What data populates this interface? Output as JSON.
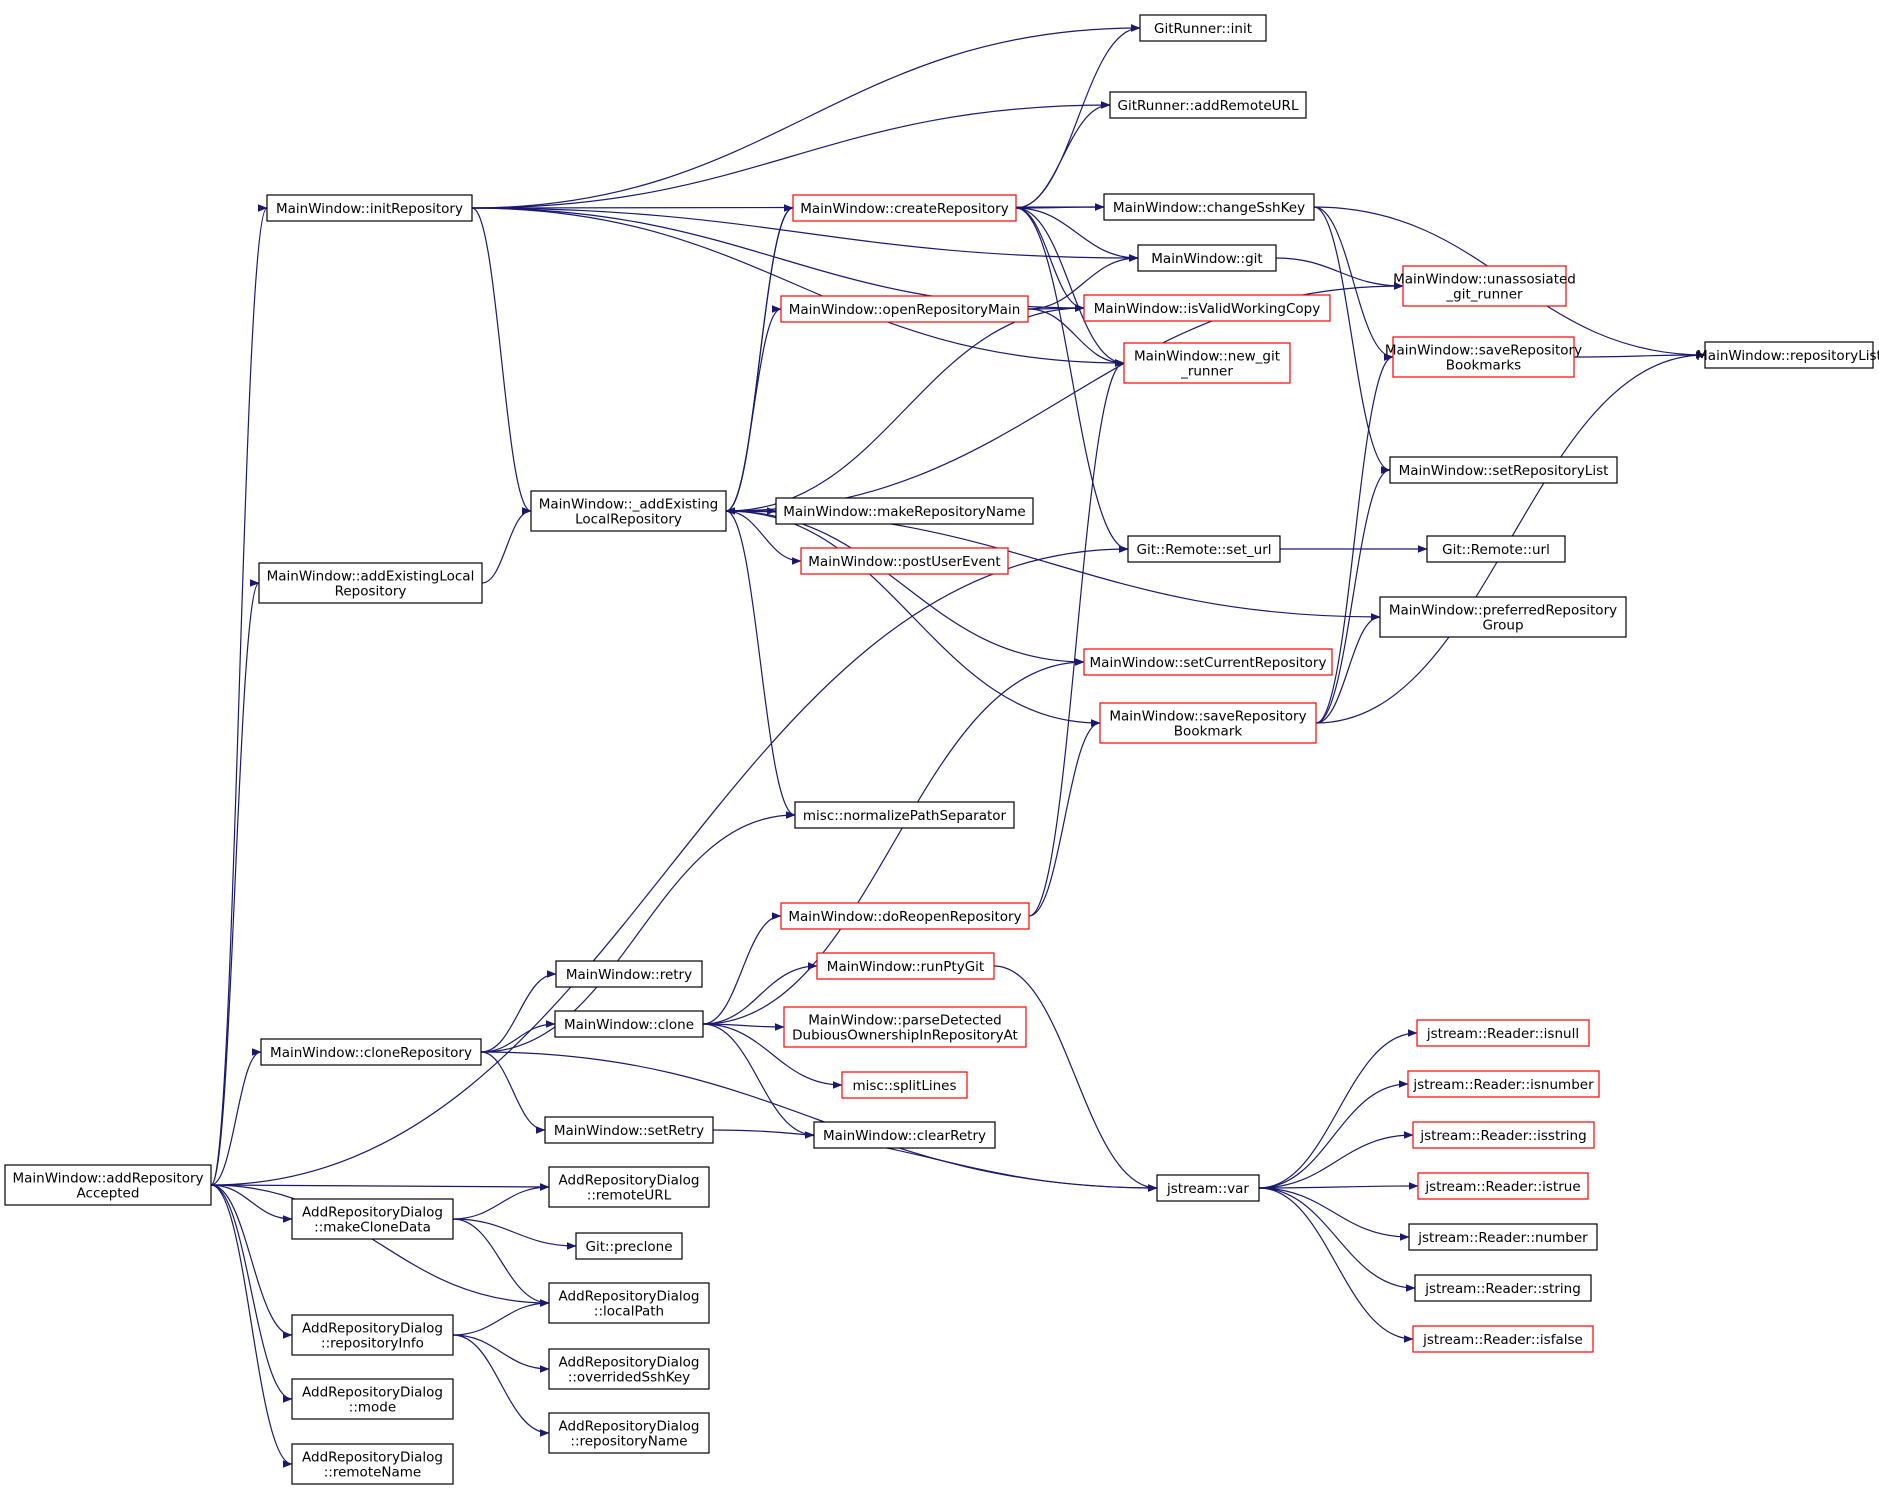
{
  "diagram": {
    "type": "call-graph",
    "colors": {
      "edge": "#191970",
      "border_default": "#000000",
      "border_truncated": "#ff0000",
      "fill_default": "#ffffff",
      "fill_root": "#bfbfbf"
    },
    "nodes": [
      {
        "id": "root",
        "lines": [
          "MainWindow::addRepository",
          "Accepted"
        ],
        "style": "root"
      },
      {
        "id": "initRepository",
        "lines": [
          "MainWindow::initRepository"
        ],
        "style": "default"
      },
      {
        "id": "addExistingLocal",
        "lines": [
          "MainWindow::addExistingLocal",
          "Repository"
        ],
        "style": "default"
      },
      {
        "id": "cloneRepository",
        "lines": [
          "MainWindow::cloneRepository"
        ],
        "style": "default"
      },
      {
        "id": "dlgRemoteURL",
        "lines": [
          "AddRepositoryDialog",
          "::remoteURL"
        ],
        "style": "default"
      },
      {
        "id": "makeCloneData",
        "lines": [
          "AddRepositoryDialog",
          "::makeCloneData"
        ],
        "style": "default"
      },
      {
        "id": "dlgLocalPath",
        "lines": [
          "AddRepositoryDialog",
          "::localPath"
        ],
        "style": "default"
      },
      {
        "id": "dlgRepositoryInfo",
        "lines": [
          "AddRepositoryDialog",
          "::repositoryInfo"
        ],
        "style": "default"
      },
      {
        "id": "dlgMode",
        "lines": [
          "AddRepositoryDialog",
          "::mode"
        ],
        "style": "default"
      },
      {
        "id": "dlgRemoteName",
        "lines": [
          "AddRepositoryDialog",
          "::remoteName"
        ],
        "style": "default"
      },
      {
        "id": "gitSetUrl",
        "lines": [
          "Git::Remote::set_url"
        ],
        "style": "default"
      },
      {
        "id": "gitRunnerInit",
        "lines": [
          "GitRunner::init"
        ],
        "style": "default"
      },
      {
        "id": "gitRunnerAddRemoteURL",
        "lines": [
          "GitRunner::addRemoteURL"
        ],
        "style": "default"
      },
      {
        "id": "changeSshKey",
        "lines": [
          "MainWindow::changeSshKey"
        ],
        "style": "default"
      },
      {
        "id": "mwGit",
        "lines": [
          "MainWindow::git"
        ],
        "style": "default"
      },
      {
        "id": "isValidWorkingCopy",
        "lines": [
          "MainWindow::isValidWorkingCopy"
        ],
        "style": "truncated"
      },
      {
        "id": "newGitRunner",
        "lines": [
          "MainWindow::new_git",
          "_runner"
        ],
        "style": "truncated"
      },
      {
        "id": "addExistingLocalRepository",
        "lines": [
          "MainWindow::_addExisting",
          "LocalRepository"
        ],
        "style": "default"
      },
      {
        "id": "createRepository",
        "lines": [
          "MainWindow::createRepository"
        ],
        "style": "truncated"
      },
      {
        "id": "openRepositoryMain",
        "lines": [
          "MainWindow::openRepositoryMain"
        ],
        "style": "truncated"
      },
      {
        "id": "unassosiatedGitRunner",
        "lines": [
          "MainWindow::unassosiated",
          "_git_runner"
        ],
        "style": "truncated"
      },
      {
        "id": "saveRepositoryBookmarks",
        "lines": [
          "MainWindow::saveRepository",
          "Bookmarks"
        ],
        "style": "truncated"
      },
      {
        "id": "repositoryList",
        "lines": [
          "MainWindow::repositoryList"
        ],
        "style": "default"
      },
      {
        "id": "setRepositoryList",
        "lines": [
          "MainWindow::setRepositoryList"
        ],
        "style": "default"
      },
      {
        "id": "makeRepositoryName",
        "lines": [
          "MainWindow::makeRepositoryName"
        ],
        "style": "default"
      },
      {
        "id": "postUserEvent",
        "lines": [
          "MainWindow::postUserEvent"
        ],
        "style": "truncated"
      },
      {
        "id": "gitRemoteUrl",
        "lines": [
          "Git::Remote::url"
        ],
        "style": "default"
      },
      {
        "id": "preferredRepositoryGroup",
        "lines": [
          "MainWindow::preferredRepository",
          "Group"
        ],
        "style": "default"
      },
      {
        "id": "setCurrentRepository",
        "lines": [
          "MainWindow::setCurrentRepository"
        ],
        "style": "truncated"
      },
      {
        "id": "saveRepositoryBookmark",
        "lines": [
          "MainWindow::saveRepository",
          "Bookmark"
        ],
        "style": "truncated"
      },
      {
        "id": "normalizePathSeparator",
        "lines": [
          "misc::normalizePathSeparator"
        ],
        "style": "default"
      },
      {
        "id": "doReopenRepository",
        "lines": [
          "MainWindow::doReopenRepository"
        ],
        "style": "truncated"
      },
      {
        "id": "retry",
        "lines": [
          "MainWindow::retry"
        ],
        "style": "default"
      },
      {
        "id": "runPtyGit",
        "lines": [
          "MainWindow::runPtyGit"
        ],
        "style": "truncated"
      },
      {
        "id": "mwClone",
        "lines": [
          "MainWindow::clone"
        ],
        "style": "default"
      },
      {
        "id": "parseDetected",
        "lines": [
          "MainWindow::parseDetected",
          "DubiousOwnershipInRepositoryAt"
        ],
        "style": "truncated"
      },
      {
        "id": "splitLines",
        "lines": [
          "misc::splitLines"
        ],
        "style": "truncated"
      },
      {
        "id": "setRetry",
        "lines": [
          "MainWindow::setRetry"
        ],
        "style": "default"
      },
      {
        "id": "clearRetry",
        "lines": [
          "MainWindow::clearRetry"
        ],
        "style": "default"
      },
      {
        "id": "gitPreclone",
        "lines": [
          "Git::preclone"
        ],
        "style": "default"
      },
      {
        "id": "dlgOverridedSshKey",
        "lines": [
          "AddRepositoryDialog",
          "::overridedSshKey"
        ],
        "style": "default"
      },
      {
        "id": "dlgRepositoryName",
        "lines": [
          "AddRepositoryDialog",
          "::repositoryName"
        ],
        "style": "default"
      },
      {
        "id": "jstreamVar",
        "lines": [
          "jstream::var"
        ],
        "style": "default"
      },
      {
        "id": "readerIsnull",
        "lines": [
          "jstream::Reader::isnull"
        ],
        "style": "truncated"
      },
      {
        "id": "readerIsnumber",
        "lines": [
          "jstream::Reader::isnumber"
        ],
        "style": "truncated"
      },
      {
        "id": "readerIsstring",
        "lines": [
          "jstream::Reader::isstring"
        ],
        "style": "truncated"
      },
      {
        "id": "readerIstrue",
        "lines": [
          "jstream::Reader::istrue"
        ],
        "style": "truncated"
      },
      {
        "id": "readerNumber",
        "lines": [
          "jstream::Reader::number"
        ],
        "style": "default"
      },
      {
        "id": "readerString",
        "lines": [
          "jstream::Reader::string"
        ],
        "style": "default"
      },
      {
        "id": "readerIsfalse",
        "lines": [
          "jstream::Reader::isfalse"
        ],
        "style": "truncated"
      }
    ],
    "edges": [
      [
        "root",
        "initRepository"
      ],
      [
        "root",
        "addExistingLocal"
      ],
      [
        "root",
        "gitSetUrl"
      ],
      [
        "root",
        "cloneRepository"
      ],
      [
        "root",
        "dlgRemoteURL"
      ],
      [
        "root",
        "makeCloneData"
      ],
      [
        "root",
        "dlgLocalPath"
      ],
      [
        "root",
        "dlgRepositoryInfo"
      ],
      [
        "root",
        "dlgMode"
      ],
      [
        "root",
        "dlgRemoteName"
      ],
      [
        "initRepository",
        "gitRunnerInit"
      ],
      [
        "initRepository",
        "gitRunnerAddRemoteURL"
      ],
      [
        "initRepository",
        "changeSshKey"
      ],
      [
        "initRepository",
        "mwGit"
      ],
      [
        "initRepository",
        "isValidWorkingCopy"
      ],
      [
        "initRepository",
        "newGitRunner"
      ],
      [
        "initRepository",
        "addExistingLocalRepository"
      ],
      [
        "addExistingLocal",
        "addExistingLocalRepository"
      ],
      [
        "addExistingLocalRepository",
        "createRepository"
      ],
      [
        "addExistingLocalRepository",
        "openRepositoryMain"
      ],
      [
        "addExistingLocalRepository",
        "isValidWorkingCopy"
      ],
      [
        "addExistingLocalRepository",
        "unassosiatedGitRunner"
      ],
      [
        "addExistingLocalRepository",
        "makeRepositoryName"
      ],
      [
        "addExistingLocalRepository",
        "postUserEvent"
      ],
      [
        "addExistingLocalRepository",
        "preferredRepositoryGroup"
      ],
      [
        "addExistingLocalRepository",
        "setCurrentRepository"
      ],
      [
        "addExistingLocalRepository",
        "saveRepositoryBookmark"
      ],
      [
        "addExistingLocalRepository",
        "normalizePathSeparator"
      ],
      [
        "createRepository",
        "gitRunnerInit"
      ],
      [
        "createRepository",
        "gitRunnerAddRemoteURL"
      ],
      [
        "createRepository",
        "changeSshKey"
      ],
      [
        "createRepository",
        "mwGit"
      ],
      [
        "createRepository",
        "isValidWorkingCopy"
      ],
      [
        "createRepository",
        "newGitRunner"
      ],
      [
        "createRepository",
        "gitSetUrl"
      ],
      [
        "createRepository",
        "addExistingLocalRepository"
      ],
      [
        "openRepositoryMain",
        "mwGit"
      ],
      [
        "openRepositoryMain",
        "isValidWorkingCopy"
      ],
      [
        "openRepositoryMain",
        "newGitRunner"
      ],
      [
        "changeSshKey",
        "repositoryList"
      ],
      [
        "changeSshKey",
        "saveRepositoryBookmarks"
      ],
      [
        "changeSshKey",
        "setRepositoryList"
      ],
      [
        "mwGit",
        "unassosiatedGitRunner"
      ],
      [
        "saveRepositoryBookmarks",
        "repositoryList"
      ],
      [
        "gitSetUrl",
        "gitRemoteUrl"
      ],
      [
        "saveRepositoryBookmark",
        "saveRepositoryBookmarks"
      ],
      [
        "saveRepositoryBookmark",
        "setRepositoryList"
      ],
      [
        "saveRepositoryBookmark",
        "preferredRepositoryGroup"
      ],
      [
        "saveRepositoryBookmark",
        "repositoryList"
      ],
      [
        "cloneRepository",
        "normalizePathSeparator"
      ],
      [
        "cloneRepository",
        "retry"
      ],
      [
        "cloneRepository",
        "mwClone"
      ],
      [
        "cloneRepository",
        "setRetry"
      ],
      [
        "cloneRepository",
        "jstreamVar"
      ],
      [
        "mwClone",
        "setCurrentRepository"
      ],
      [
        "mwClone",
        "doReopenRepository"
      ],
      [
        "mwClone",
        "runPtyGit"
      ],
      [
        "mwClone",
        "parseDetected"
      ],
      [
        "mwClone",
        "splitLines"
      ],
      [
        "mwClone",
        "clearRetry"
      ],
      [
        "doReopenRepository",
        "newGitRunner"
      ],
      [
        "doReopenRepository",
        "saveRepositoryBookmark"
      ],
      [
        "runPtyGit",
        "jstreamVar"
      ],
      [
        "setRetry",
        "jstreamVar"
      ],
      [
        "makeCloneData",
        "dlgRemoteURL"
      ],
      [
        "makeCloneData",
        "gitPreclone"
      ],
      [
        "makeCloneData",
        "dlgLocalPath"
      ],
      [
        "dlgRepositoryInfo",
        "dlgLocalPath"
      ],
      [
        "dlgRepositoryInfo",
        "dlgOverridedSshKey"
      ],
      [
        "dlgRepositoryInfo",
        "dlgRepositoryName"
      ],
      [
        "jstreamVar",
        "readerIsnull"
      ],
      [
        "jstreamVar",
        "readerIsnumber"
      ],
      [
        "jstreamVar",
        "readerIsstring"
      ],
      [
        "jstreamVar",
        "readerIstrue"
      ],
      [
        "jstreamVar",
        "readerNumber"
      ],
      [
        "jstreamVar",
        "readerString"
      ],
      [
        "jstreamVar",
        "readerIsfalse"
      ]
    ]
  }
}
